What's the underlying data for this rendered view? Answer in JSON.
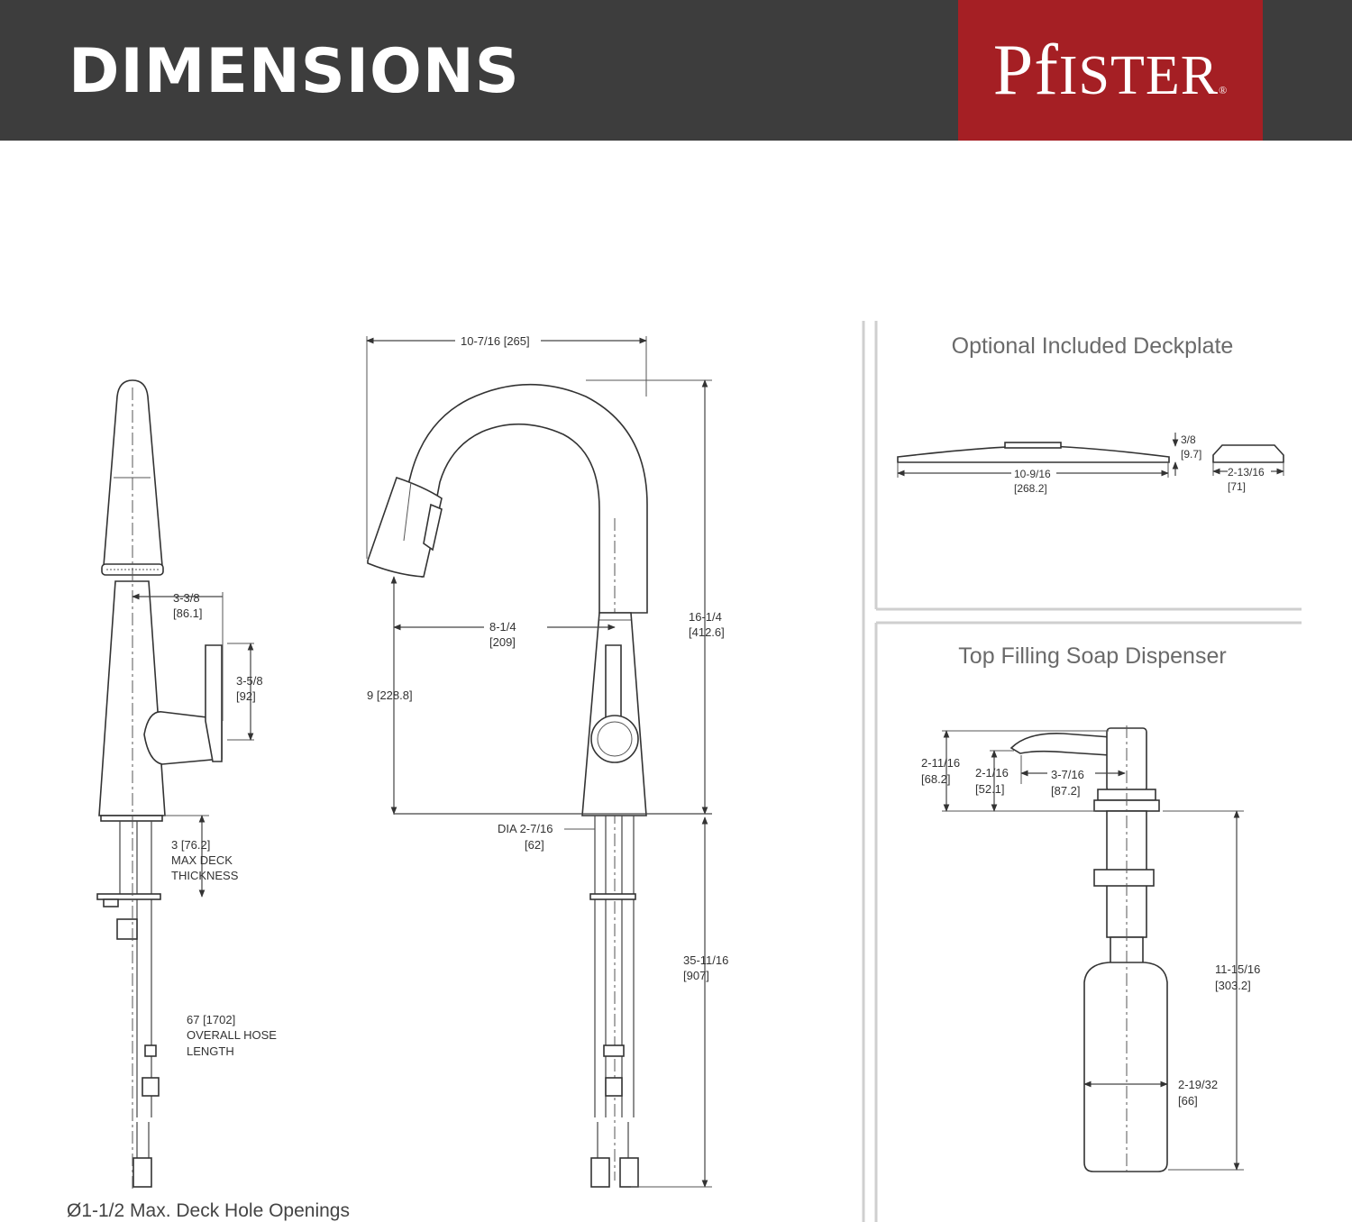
{
  "header": {
    "title": "DIMENSIONS",
    "brand_big": "PF",
    "brand_small": "ISTER",
    "brand_mark": "®",
    "brand_name": "Pfister",
    "colors": {
      "header_bg": "#3d3d3d",
      "brand_bg": "#a51f24"
    }
  },
  "side_view": {
    "dim_handle_offset": "3-3/8",
    "dim_handle_offset_mm": "[86.1]",
    "dim_handle_height": "3-5/8",
    "dim_handle_height_mm": "[92]",
    "deck_thickness_line1": "3 [76.2]",
    "deck_thickness_line2": "MAX DECK",
    "deck_thickness_line3": "THICKNESS",
    "hose_line1": "67  [1702]",
    "hose_line2": "OVERALL HOSE",
    "hose_line3": "LENGTH"
  },
  "front_view": {
    "dim_width": "10-7/16  [265]",
    "dim_reach": "8-1/4",
    "dim_reach_mm": "[209]",
    "dim_spout_height": "9   [228.8]",
    "dim_total_height": "16-1/4",
    "dim_total_height_mm": "[412.6]",
    "dim_base_dia": "DIA 2-7/16",
    "dim_base_dia_mm": "[62]",
    "dim_below_deck": "35-11/16",
    "dim_below_deck_mm": "[907]"
  },
  "deckplate": {
    "title": "Optional Included Deckplate",
    "dim_length": "10-9/16",
    "dim_length_mm": "[268.2]",
    "dim_height": "3/8",
    "dim_height_mm": "[9.7]",
    "dim_width": "2-13/16",
    "dim_width_mm": "[71]"
  },
  "soap_dispenser": {
    "title": "Top Filling Soap Dispenser",
    "dim_overall_height": "2-11/16",
    "dim_overall_height_mm": "[68.2]",
    "dim_spout_height": "2-1/16",
    "dim_spout_height_mm": "[52.1]",
    "dim_reach": "3-7/16",
    "dim_reach_mm": "[87.2]",
    "dim_below_deck": "11-15/16",
    "dim_below_deck_mm": "[303.2]",
    "dim_bottle_dia": "2-19/32",
    "dim_bottle_dia_mm": "[66]"
  },
  "footnote": "Ø1-1/2 Max. Deck Hole Openings"
}
